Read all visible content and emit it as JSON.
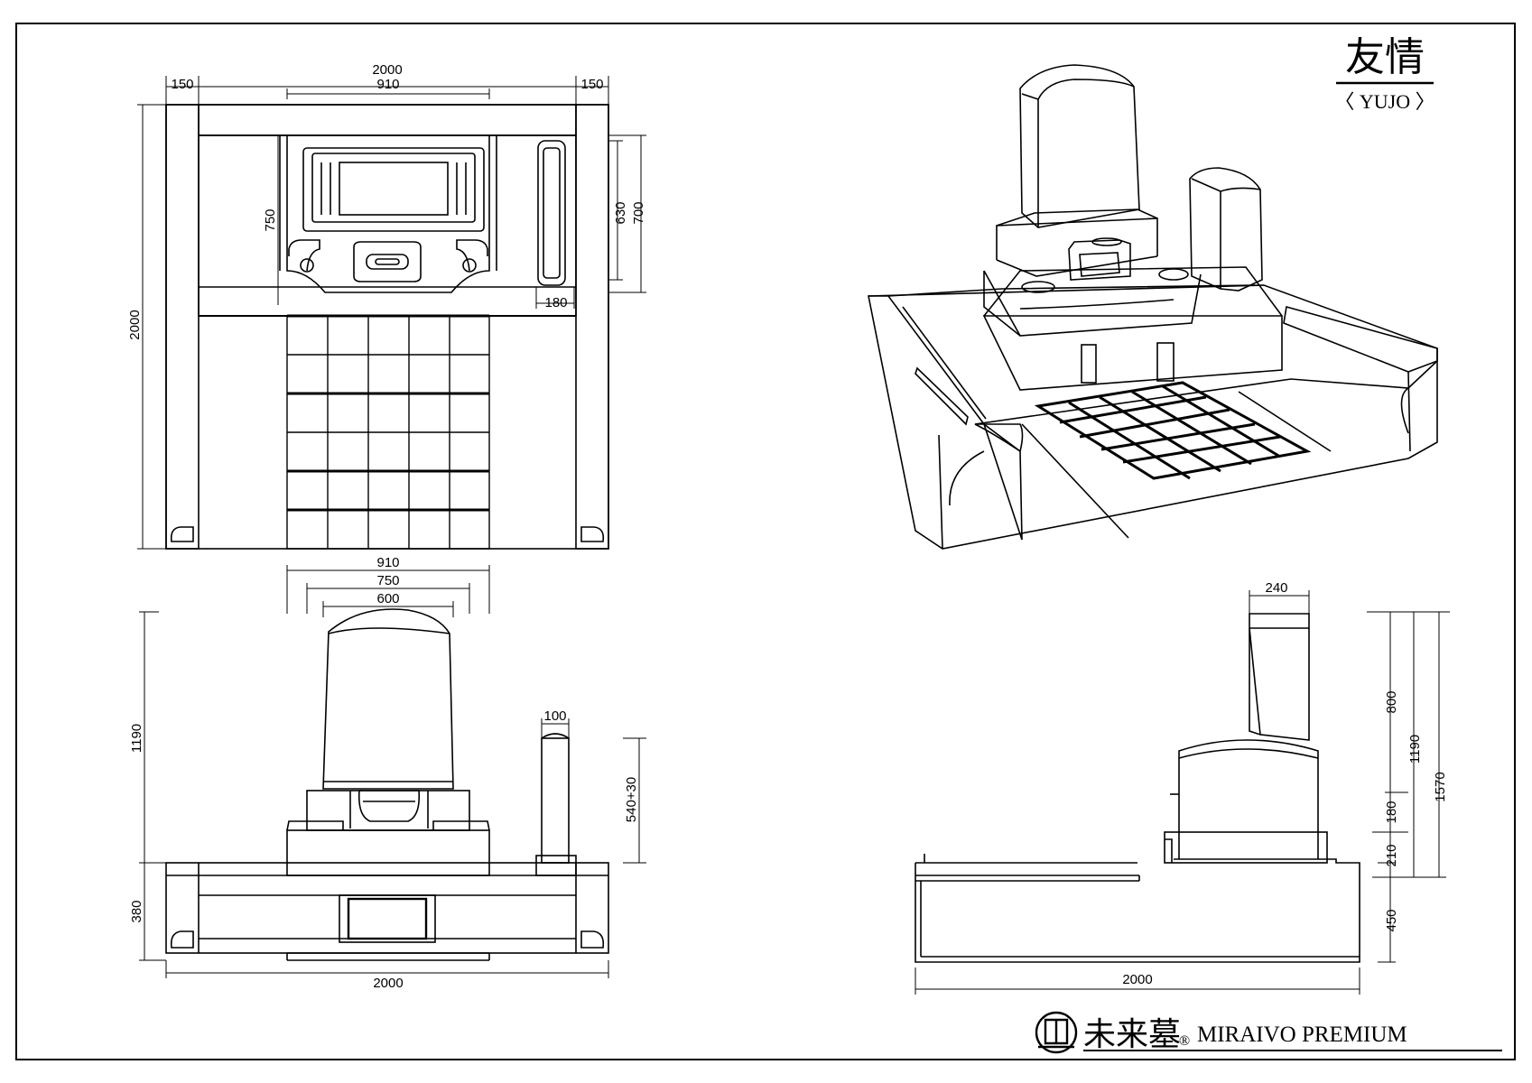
{
  "title": {
    "japanese": "友情",
    "romaji": "〈 YUJO 〉"
  },
  "brand": {
    "mark": "未来墓",
    "registered": "®",
    "name": "MIRAIVO  PREMIUM"
  },
  "plan_view": {
    "dims": {
      "overall_width": "2000",
      "left_margin": "150",
      "inner_width": "910",
      "right_margin": "150",
      "overall_depth": "2000",
      "stone_depth": "750",
      "side_depth_a": "630",
      "side_depth_b": "700",
      "side_width": "180"
    }
  },
  "front_view": {
    "dims": {
      "outer_width": "910",
      "middle_width": "750",
      "inner_width": "600",
      "stone_height": "1190",
      "base_height": "380",
      "overall_width": "2000",
      "post_width": "100",
      "post_height": "540+30"
    }
  },
  "side_view": {
    "dims": {
      "top_depth": "240",
      "upper_height": "800",
      "stone_height": "1190",
      "total_height": "1570",
      "mid_height": "180",
      "low_height": "210",
      "base_height": "450",
      "overall_depth": "2000"
    }
  }
}
